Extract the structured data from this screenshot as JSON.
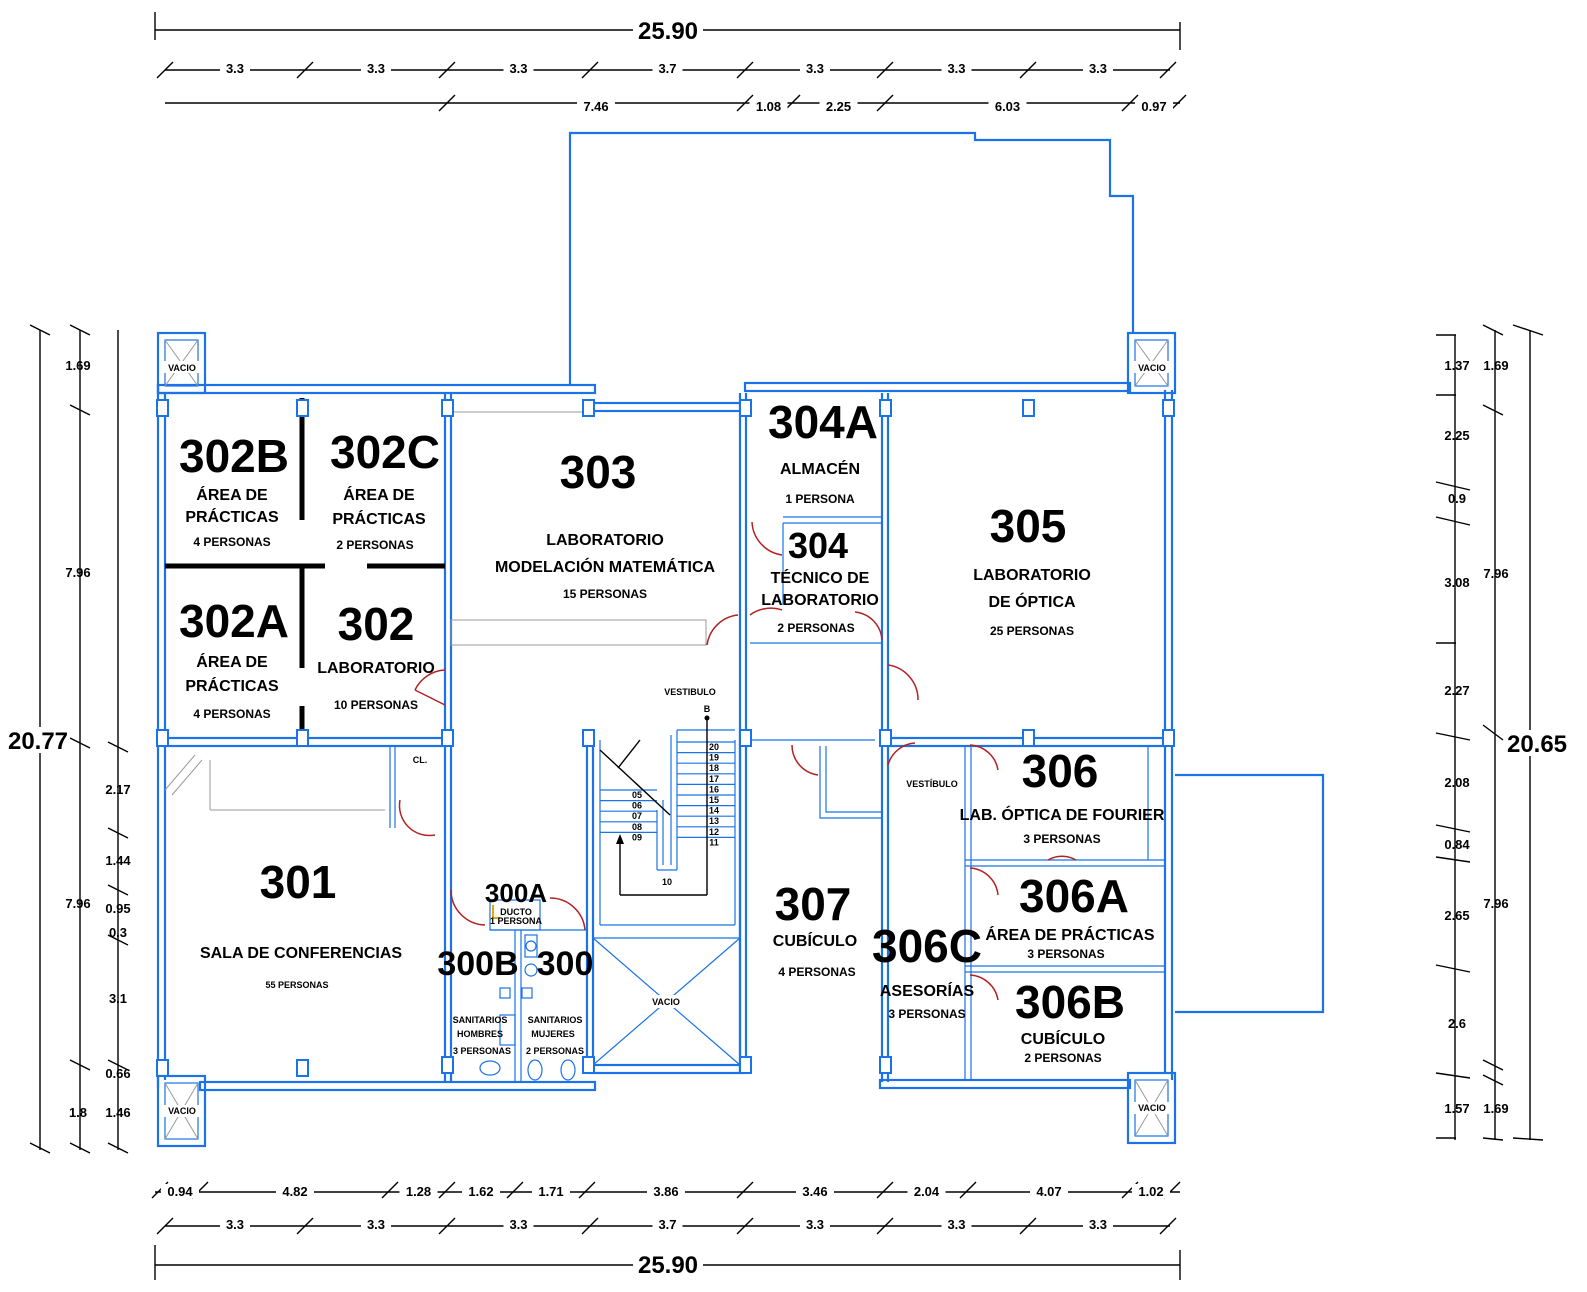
{
  "dimensions": {
    "total_top": "25.90",
    "total_bottom": "25.90",
    "total_left": "20.77",
    "total_right": "20.65",
    "top_modules": [
      "3.3",
      "3.3",
      "3.3",
      "3.7",
      "3.3",
      "3.3",
      "3.3"
    ],
    "top_detail": [
      "7.46",
      "1.08",
      "2.25",
      "6.03",
      "0.97"
    ],
    "bottom_modules": [
      "3.3",
      "3.3",
      "3.3",
      "3.7",
      "3.3",
      "3.3",
      "3.3"
    ],
    "bottom_detail": [
      "0.94",
      "4.82",
      "1.28",
      "1.62",
      "1.71",
      "3.86",
      "3.46",
      "2.04",
      "4.07",
      "1.02"
    ],
    "left_outer": [
      "7.96",
      "7.96",
      "1.8"
    ],
    "left_inner": [
      "1.69",
      "2.17",
      "1.44",
      "0.95",
      "0.3",
      "3.1",
      "0.66",
      "1.46"
    ],
    "right_outer": [
      "1.69",
      "7.96",
      "7.96",
      "1.69"
    ],
    "right_inner": [
      "1.37",
      "2.25",
      "0.9",
      "3.08",
      "2.27",
      "2.08",
      "0.84",
      "2.65",
      "2.6",
      "1.57"
    ]
  },
  "rooms": [
    {
      "id": "r302b",
      "number": "302B",
      "name1": "ÁREA DE",
      "name2": "PRÁCTICAS",
      "occ": "4 PERSONAS"
    },
    {
      "id": "r302c",
      "number": "302C",
      "name1": "ÁREA DE",
      "name2": "PRÁCTICAS",
      "occ": "2 PERSONAS"
    },
    {
      "id": "r302a",
      "number": "302A",
      "name1": "ÁREA DE",
      "name2": "PRÁCTICAS",
      "occ": "4 PERSONAS"
    },
    {
      "id": "r302",
      "number": "302",
      "name1": "LABORATORIO",
      "occ": "10 PERSONAS"
    },
    {
      "id": "r303",
      "number": "303",
      "name1": "LABORATORIO",
      "name2": "MODELACIÓN MATEMÁTICA",
      "occ": "15 PERSONAS"
    },
    {
      "id": "r304a",
      "number": "304A",
      "name1": "ALMACÉN",
      "occ": "1 PERSONA"
    },
    {
      "id": "r304",
      "number": "304",
      "name1": "TÉCNICO DE",
      "name2": "LABORATORIO",
      "occ": "2 PERSONAS"
    },
    {
      "id": "r305",
      "number": "305",
      "name1": "LABORATORIO",
      "name2": "DE ÓPTICA",
      "occ": "25 PERSONAS"
    },
    {
      "id": "r306",
      "number": "306",
      "name1": "LAB. ÓPTICA DE FOURIER",
      "occ": "3 PERSONAS"
    },
    {
      "id": "r306a",
      "number": "306A",
      "name1": "ÁREA DE PRÁCTICAS",
      "occ": "3 PERSONAS"
    },
    {
      "id": "r306b",
      "number": "306B",
      "name1": "CUBÍCULO",
      "occ": "2 PERSONAS"
    },
    {
      "id": "r306c",
      "number": "306C",
      "name1": "ASESORÍAS",
      "occ": "3 PERSONAS"
    },
    {
      "id": "r307",
      "number": "307",
      "name1": "CUBÍCULO",
      "occ": "4 PERSONAS"
    },
    {
      "id": "r301",
      "number": "301",
      "name1": "SALA DE CONFERENCIAS",
      "occ": "55 PERSONAS"
    },
    {
      "id": "r300a",
      "number": "300A",
      "name1": "DUCTO",
      "occ": "1 PERSONA"
    },
    {
      "id": "r300b",
      "number": "300B",
      "name1": "SANITARIOS",
      "name2": "HOMBRES",
      "occ": "3 PERSONAS"
    },
    {
      "id": "r300",
      "number": "300",
      "name1": "SANITARIOS",
      "name2": "MUJERES",
      "occ": "2 PERSONAS"
    }
  ],
  "labels": {
    "vestibulo": "VESTIBULO",
    "vestibulo2": "VESTÍBULO",
    "cl": "CL.",
    "vacio": "VACIO",
    "stair_top": "B",
    "stair_landing": "10",
    "stair_right": [
      "20",
      "19",
      "18",
      "17",
      "16",
      "15",
      "14",
      "13",
      "12",
      "11"
    ],
    "stair_left": [
      "05",
      "06",
      "07",
      "08",
      "09"
    ]
  }
}
